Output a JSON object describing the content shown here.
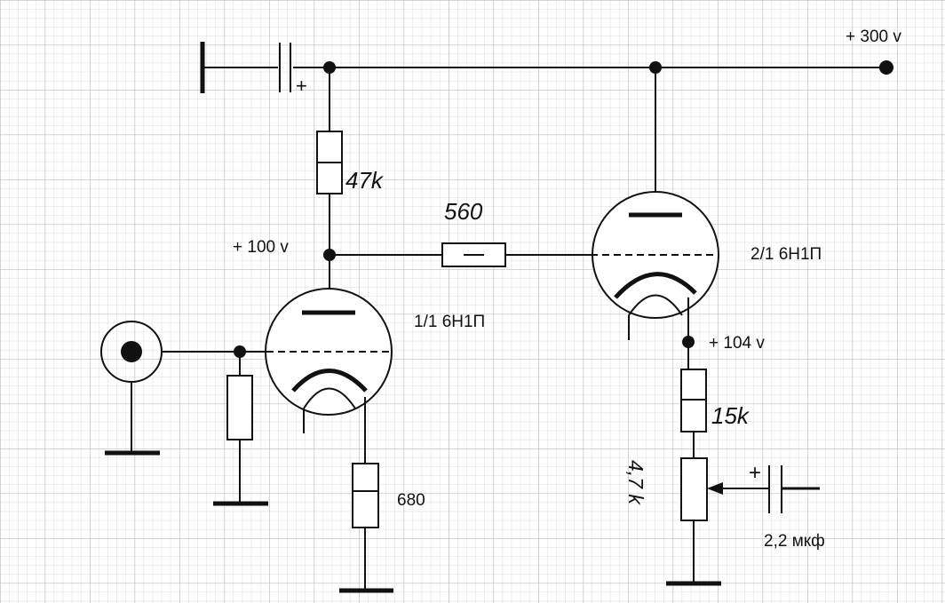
{
  "labels": {
    "supply_300": "+ 300 v",
    "r_47k": "47k",
    "r_560": "560",
    "node_100v": "+ 100 v",
    "tube2": "2/1 6Н1П",
    "tube1": "1/1 6Н1П",
    "node_104v": "+ 104 v",
    "r_15k": "15k",
    "pot_47k": "4,7 k",
    "r_680": "680",
    "cap_22": "2,2 мкф",
    "cap_plus_top": "+",
    "cap_plus_out": "+"
  },
  "colors": {
    "ink": "#111111",
    "grid_minor": "#dcdcdc",
    "grid_major": "#bdbdbd",
    "paper": "#ffffff"
  }
}
